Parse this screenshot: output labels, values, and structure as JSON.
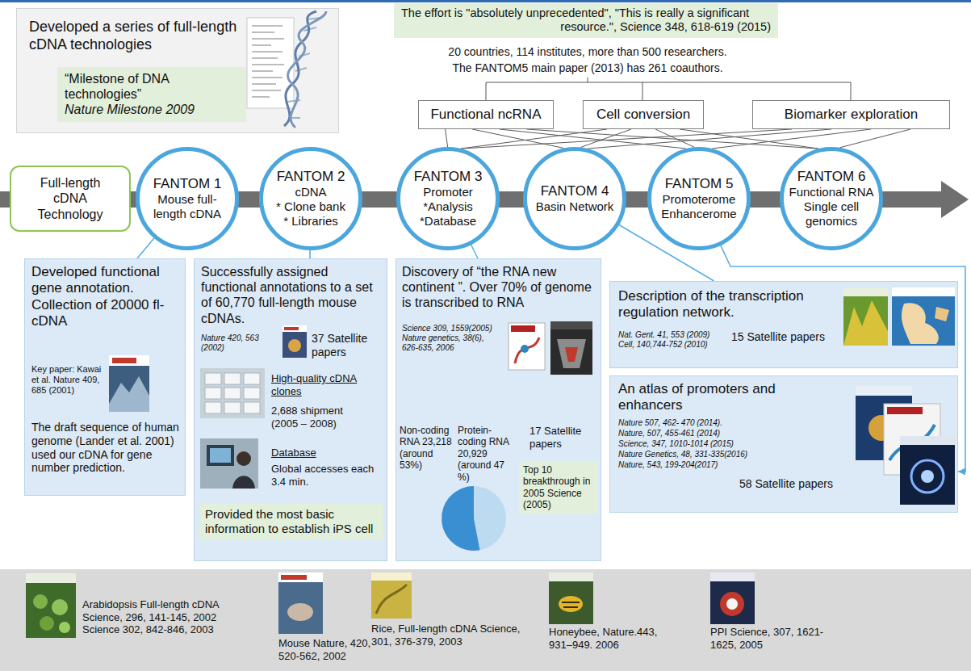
{
  "diagram": {
    "nodes": [
      {
        "text": [
          "Developed a series of full-length cDNA technologies"
        ]
      },
      {
        "text": [
          "“Milestone of DNA technologies”",
          "Nature Milestone 2009"
        ],
        "in": 0
      },
      {
        "text": [
          "The effort is \"absolutely unprecedented\", \"This is really a significant resource.\", Science 348, 618-619 (2015)"
        ]
      },
      {
        "text": [
          "Functional ncRNA"
        ]
      },
      {
        "text": [
          "Cell conversion"
        ]
      },
      {
        "text": [
          "Biomarker exploration"
        ]
      },
      {
        "text": [
          "Full-length cDNA Technology"
        ]
      },
      {
        "text": [
          "FANTOM 1",
          "Mouse full-length cDNA"
        ]
      },
      {
        "text": [
          "FANTOM 2",
          "cDNA",
          "* Clone bank",
          "* Libraries"
        ]
      },
      {
        "text": [
          "FANTOM 3",
          "Promoter",
          "*Analysis",
          "*Database"
        ]
      },
      {
        "text": [
          "FANTOM 4",
          "Basin Network"
        ]
      },
      {
        "text": [
          "FANTOM 5",
          "Promoterome",
          "Enhancerome"
        ]
      },
      {
        "text": [
          "FANTOM 6",
          "Functional RNA",
          "Single cell genomics"
        ]
      },
      {
        "text": [
          "Developed functional gene annotation. Collection of 20000 fl-cDNA",
          "Key paper: Kawai et al. Nature 409, 685 (2001)",
          "The draft sequence of human genome (Lander et al. 2001) used our cDNA for gene number prediction."
        ]
      },
      {
        "text": [
          "Successfully assigned functional annotations to a set of 60,770 full-length mouse cDNAs.",
          "Nature 420, 563 (2002)",
          "37 Satellite papers",
          "High-quality cDNA clones",
          "2,688 shipment (2005 – 2008)",
          "Database",
          "Global accesses each 3.4 min."
        ]
      },
      {
        "text": [
          "Provided the most basic information to establish iPS cell"
        ],
        "in": 14
      },
      {
        "text": [
          "Discovery of “the RNA new continent ”. Over 70% of genome is transcribed to RNA",
          "Science 309, 1559(2005) Nature genetics, 38(6), 626-635, 2006",
          "Non-coding RNA 23,218 (around 53%)",
          "Protein-coding RNA 20,929 (around 47 %)",
          "17 Satellite papers"
        ]
      },
      {
        "text": [
          "Top 10 breakthrough in 2005 Science (2005)"
        ],
        "in": 16
      },
      {
        "text": [
          "Description of the transcription regulation network.",
          "Nat. Gent. 41, 553 (2009) Cell, 140,744-752 (2010)",
          "15 Satellite papers"
        ]
      },
      {
        "text": [
          "An atlas of promoters and enhancers",
          "Nature 507, 462- 470 (2014).",
          "Nature, 507, 455-461 (2014)",
          "Science, 347, 1010-1014 (2015)",
          "Nature Genetics, 48, 331-335(2016)",
          "Nature, 543, 199-204(2017)",
          "58 Satellite papers"
        ]
      },
      {
        "text": [
          "Arabidopsis Full-length cDNA Science, 296, 141-145, 2002 Science 302, 842-846, 2003",
          "Mouse Nature, 420, 520-562, 2002",
          "Rice, Full-length cDNA Science, 301, 376-379, 2003",
          "Honeybee, Nature.443, 931–949. 2006",
          "PPI Science, 307, 1621-1625, 2005"
        ]
      }
    ],
    "edges": [
      {
        "from": 3,
        "to": 9,
        "arrow": "none"
      },
      {
        "from": 3,
        "to": 10,
        "arrow": "none"
      },
      {
        "from": 3,
        "to": 11,
        "arrow": "none"
      },
      {
        "from": 3,
        "to": 12,
        "arrow": "none"
      },
      {
        "from": 4,
        "to": 9,
        "arrow": "none"
      },
      {
        "from": 4,
        "to": 10,
        "arrow": "none"
      },
      {
        "from": 4,
        "to": 11,
        "arrow": "none"
      },
      {
        "from": 4,
        "to": 12,
        "arrow": "none"
      },
      {
        "from": 5,
        "to": 9,
        "arrow": "none"
      },
      {
        "from": 5,
        "to": 10,
        "arrow": "none"
      },
      {
        "from": 5,
        "to": 11,
        "arrow": "none"
      },
      {
        "from": 5,
        "to": 12,
        "arrow": "none"
      },
      {
        "from": 7,
        "to": 13,
        "arrow": "none"
      },
      {
        "from": 8,
        "to": 14,
        "arrow": "none"
      },
      {
        "from": 9,
        "to": 16,
        "arrow": "none"
      },
      {
        "from": 10,
        "to": 18,
        "arrow": "none"
      },
      {
        "from": 11,
        "to": 19,
        "arrow": "to"
      }
    ],
    "labels": [
      "20 countries, 114 institutes, more than 500 researchers.",
      "The FANTOM5 main paper (2013) has 261 coauthors."
    ]
  }
}
